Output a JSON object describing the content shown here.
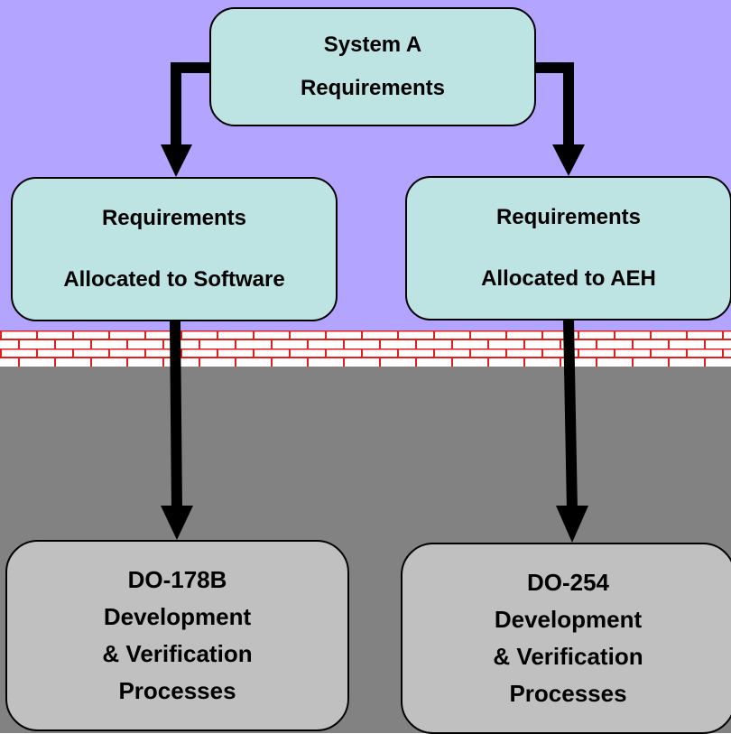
{
  "colors": {
    "upper_background": "#b3a4ff",
    "lower_background": "#828282",
    "brick_fill": "#ffffff",
    "brick_mortar": "#e02020",
    "requirement_box_fill": "#bde3e3",
    "process_box_fill": "#c0c0c0",
    "arrow": "#000000"
  },
  "nodes": {
    "system": {
      "line1": "System A",
      "line2": "Requirements"
    },
    "software": {
      "line1": "Requirements",
      "line2": "Allocated to Software"
    },
    "hardware": {
      "line1": "Requirements",
      "line2": "Allocated to AEH"
    },
    "do178": {
      "line1": "DO-178B",
      "line2": "Development",
      "line3": "& Verification",
      "line4": "Processes"
    },
    "do254": {
      "line1": "DO-254",
      "line2": "Development",
      "line3": "& Verification",
      "line4": "Processes"
    }
  },
  "edges": [
    {
      "from": "system",
      "to": "software"
    },
    {
      "from": "system",
      "to": "hardware"
    },
    {
      "from": "software",
      "to": "do178"
    },
    {
      "from": "hardware",
      "to": "do254"
    }
  ]
}
